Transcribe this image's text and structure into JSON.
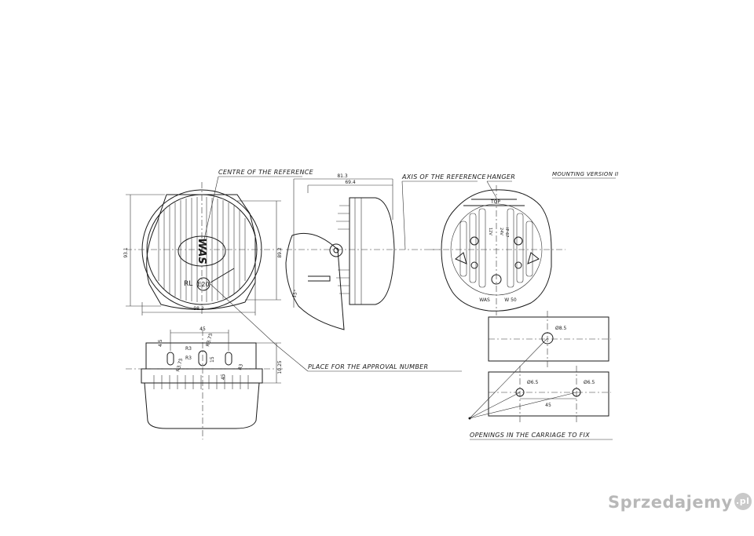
{
  "labels": {
    "centre_of_reference": "CENTRE OF THE REFERENCE",
    "axis_of_reference": "AXIS OF THE REFERENCE",
    "hanger": "HANGER",
    "mounting_version": "MOUNTING VERSION II",
    "approval_number": "PLACE FOR THE APPROVAL NUMBER",
    "openings": "OPENINGS IN THE CARRIAGE TO FIX"
  },
  "front_view": {
    "logo": "WAS",
    "mark_rl": "RL",
    "mark_e20": "E20",
    "dim_width": "98.2",
    "dim_height_left": "93.1",
    "dim_height_right": "89.2"
  },
  "side_view": {
    "dim_depth_total": "81.3",
    "dim_depth_body": "69.4",
    "dim_angle": "15°"
  },
  "rear_view": {
    "top": "TOP",
    "was": "WAS",
    "model": "W 50",
    "texts": [
      "12V",
      "24V",
      "IP 67"
    ]
  },
  "bottom_view": {
    "dim_spacing": "45",
    "dim_r3_a": "R3",
    "dim_r3_b": "R3",
    "dim_r3_c": "R3",
    "dim_r375_a": "R3.75",
    "dim_r375_b": "R3.75",
    "dim_15": "15",
    "dim_45_small": "4.5",
    "dim_height": "10.25",
    "dim_45_b": "45"
  },
  "carriage": {
    "hole_top": "Ø8.5",
    "hole_left": "Ø6.5",
    "hole_right": "Ø6.5",
    "spacing": "45"
  },
  "watermark": {
    "text": "Sprzedajemy",
    "suffix": ".pl"
  }
}
